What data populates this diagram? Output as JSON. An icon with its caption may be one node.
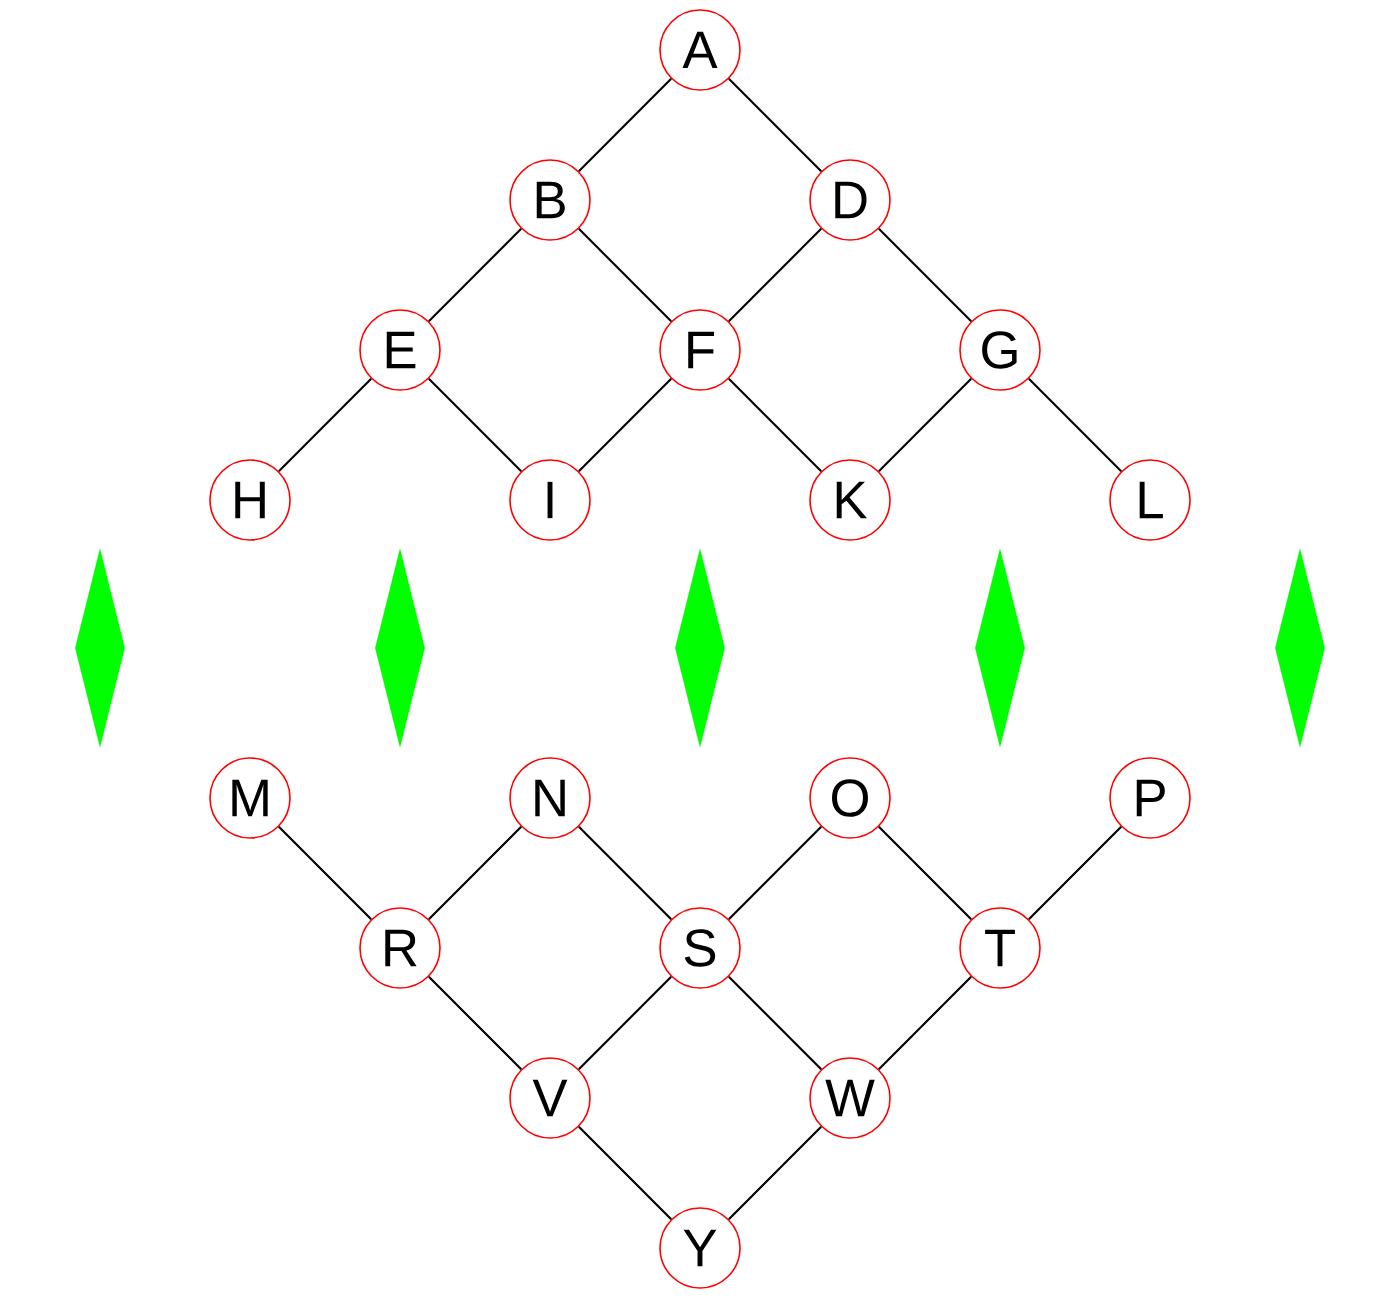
{
  "diagram": {
    "nodes": [
      {
        "text": [
          "A"
        ]
      },
      {
        "text": [
          "B"
        ]
      },
      {
        "text": [
          "D"
        ]
      },
      {
        "text": [
          "E"
        ]
      },
      {
        "text": [
          "F"
        ]
      },
      {
        "text": [
          "G"
        ]
      },
      {
        "text": [
          "H"
        ]
      },
      {
        "text": [
          "I"
        ]
      },
      {
        "text": [
          "K"
        ]
      },
      {
        "text": [
          "L"
        ]
      },
      {
        "text": [],
        "shape": "diamond"
      },
      {
        "text": [],
        "shape": "diamond"
      },
      {
        "text": [],
        "shape": "diamond"
      },
      {
        "text": [],
        "shape": "diamond"
      },
      {
        "text": [],
        "shape": "diamond"
      },
      {
        "text": [
          "M"
        ]
      },
      {
        "text": [
          "N"
        ]
      },
      {
        "text": [
          "O"
        ]
      },
      {
        "text": [
          "P"
        ]
      },
      {
        "text": [
          "R"
        ]
      },
      {
        "text": [
          "S"
        ]
      },
      {
        "text": [
          "T"
        ]
      },
      {
        "text": [
          "V"
        ]
      },
      {
        "text": [
          "W"
        ]
      },
      {
        "text": [
          "Y"
        ]
      }
    ],
    "edges": [
      {
        "from": 0,
        "to": 1,
        "arrow": "none"
      },
      {
        "from": 0,
        "to": 2,
        "arrow": "none"
      },
      {
        "from": 1,
        "to": 3,
        "arrow": "none"
      },
      {
        "from": 1,
        "to": 4,
        "arrow": "none"
      },
      {
        "from": 2,
        "to": 4,
        "arrow": "none"
      },
      {
        "from": 2,
        "to": 5,
        "arrow": "none"
      },
      {
        "from": 3,
        "to": 6,
        "arrow": "none"
      },
      {
        "from": 3,
        "to": 7,
        "arrow": "none"
      },
      {
        "from": 4,
        "to": 7,
        "arrow": "none"
      },
      {
        "from": 4,
        "to": 8,
        "arrow": "none"
      },
      {
        "from": 5,
        "to": 8,
        "arrow": "none"
      },
      {
        "from": 5,
        "to": 9,
        "arrow": "none"
      },
      {
        "from": 15,
        "to": 19,
        "arrow": "none"
      },
      {
        "from": 16,
        "to": 19,
        "arrow": "none"
      },
      {
        "from": 16,
        "to": 20,
        "arrow": "none"
      },
      {
        "from": 17,
        "to": 20,
        "arrow": "none"
      },
      {
        "from": 17,
        "to": 21,
        "arrow": "none"
      },
      {
        "from": 18,
        "to": 21,
        "arrow": "none"
      },
      {
        "from": 19,
        "to": 22,
        "arrow": "none"
      },
      {
        "from": 20,
        "to": 22,
        "arrow": "none"
      },
      {
        "from": 20,
        "to": 23,
        "arrow": "none"
      },
      {
        "from": 21,
        "to": 23,
        "arrow": "none"
      },
      {
        "from": 22,
        "to": 24,
        "arrow": "none"
      },
      {
        "from": 23,
        "to": 24,
        "arrow": "none"
      }
    ]
  }
}
